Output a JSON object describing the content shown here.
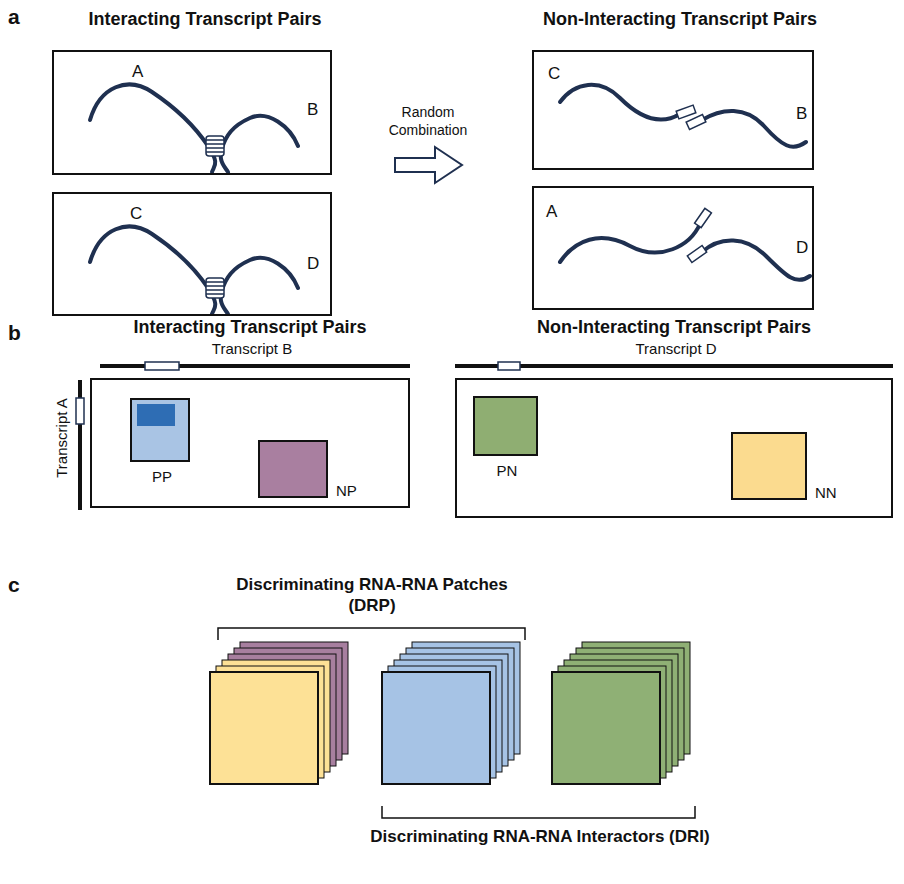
{
  "diagram": {
    "nodes": [
      {
        "text": [
          "A",
          "B"
        ]
      },
      {
        "text": [
          "C",
          "D"
        ]
      },
      {
        "text": [
          "C",
          "B"
        ]
      },
      {
        "text": [
          "A",
          "D"
        ]
      },
      {
        "text": [
          "Transcript B",
          "Transcript A"
        ]
      },
      {
        "text": [
          "PP"
        ],
        "in": 4
      },
      {
        "text": [
          "NP"
        ],
        "in": 4
      },
      {
        "text": [
          "Transcript D"
        ]
      },
      {
        "text": [
          "PN"
        ],
        "in": 7
      },
      {
        "text": [
          "NN"
        ],
        "in": 7
      }
    ],
    "labels": [
      "a",
      "Interacting Transcript Pairs",
      "Non-Interacting Transcript Pairs",
      "Random Combination",
      "b",
      "Interacting Transcript Pairs",
      "Non-Interacting Transcript Pairs",
      "c",
      "Discriminating RNA-RNA Patches (DRP)",
      "Discriminating RNA-RNA Interactors (DRI)"
    ]
  }
}
